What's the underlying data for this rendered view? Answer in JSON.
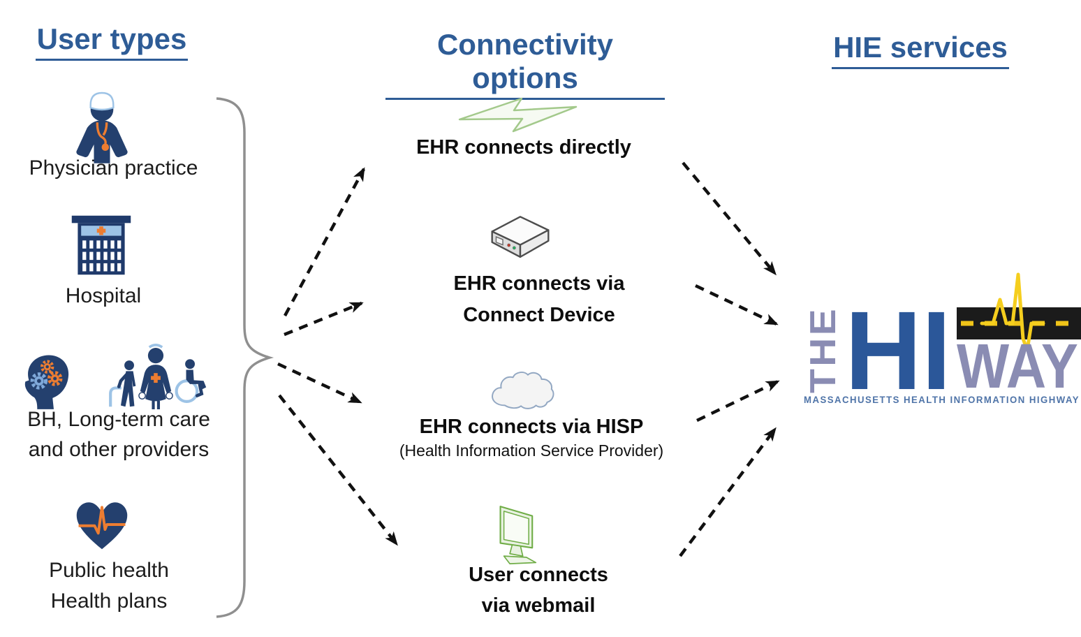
{
  "user_types": {
    "title": "User types",
    "physician": {
      "label": "Physician practice",
      "icon": "physician-icon"
    },
    "hospital": {
      "label": "Hospital",
      "icon": "hospital-icon"
    },
    "bh": {
      "label_line1": "BH, Long-term care",
      "label_line2": "and other providers",
      "icons": [
        "head-gears-icon",
        "care-group-icon"
      ]
    },
    "public_health": {
      "label_line1": "Public health",
      "label_line2": "Health plans",
      "icon": "heart-pulse-icon"
    }
  },
  "connectivity": {
    "title": "Connectivity options",
    "direct": {
      "label": "EHR connects directly",
      "icon": "lightning-icon"
    },
    "device": {
      "label_line1": "EHR connects via",
      "label_line2": "Connect Device",
      "icon": "connect-device-icon"
    },
    "hisp": {
      "label": "EHR connects via HISP",
      "subtitle": "(Health Information Service Provider)",
      "icon": "cloud-icon"
    },
    "webmail": {
      "label_line1": "User connects",
      "label_line2": "via webmail",
      "icon": "monitor-icon"
    }
  },
  "hie": {
    "title": "HIE services",
    "logo": {
      "word_the": "THE",
      "word_hi": "HI",
      "word_way": "WAY",
      "caption": "MASSACHUSETTS HEALTH INFORMATION HIGHWAY"
    }
  },
  "colors": {
    "heading_blue": "#2e5c96",
    "body_text": "#1a1a1a",
    "icon_navy": "#24406e",
    "icon_lightblue": "#9dc3e6",
    "icon_orange": "#ed7d31",
    "icon_green": "#8fbc6d",
    "arrow_black": "#111111",
    "brace_gray": "#8f8f8f",
    "logo_purple": "#8a8cb3",
    "logo_blue": "#2b5799",
    "logo_yellow": "#f0c419",
    "logo_road_black": "#1b1b1b",
    "logo_caption_blue": "#4f74a8"
  }
}
